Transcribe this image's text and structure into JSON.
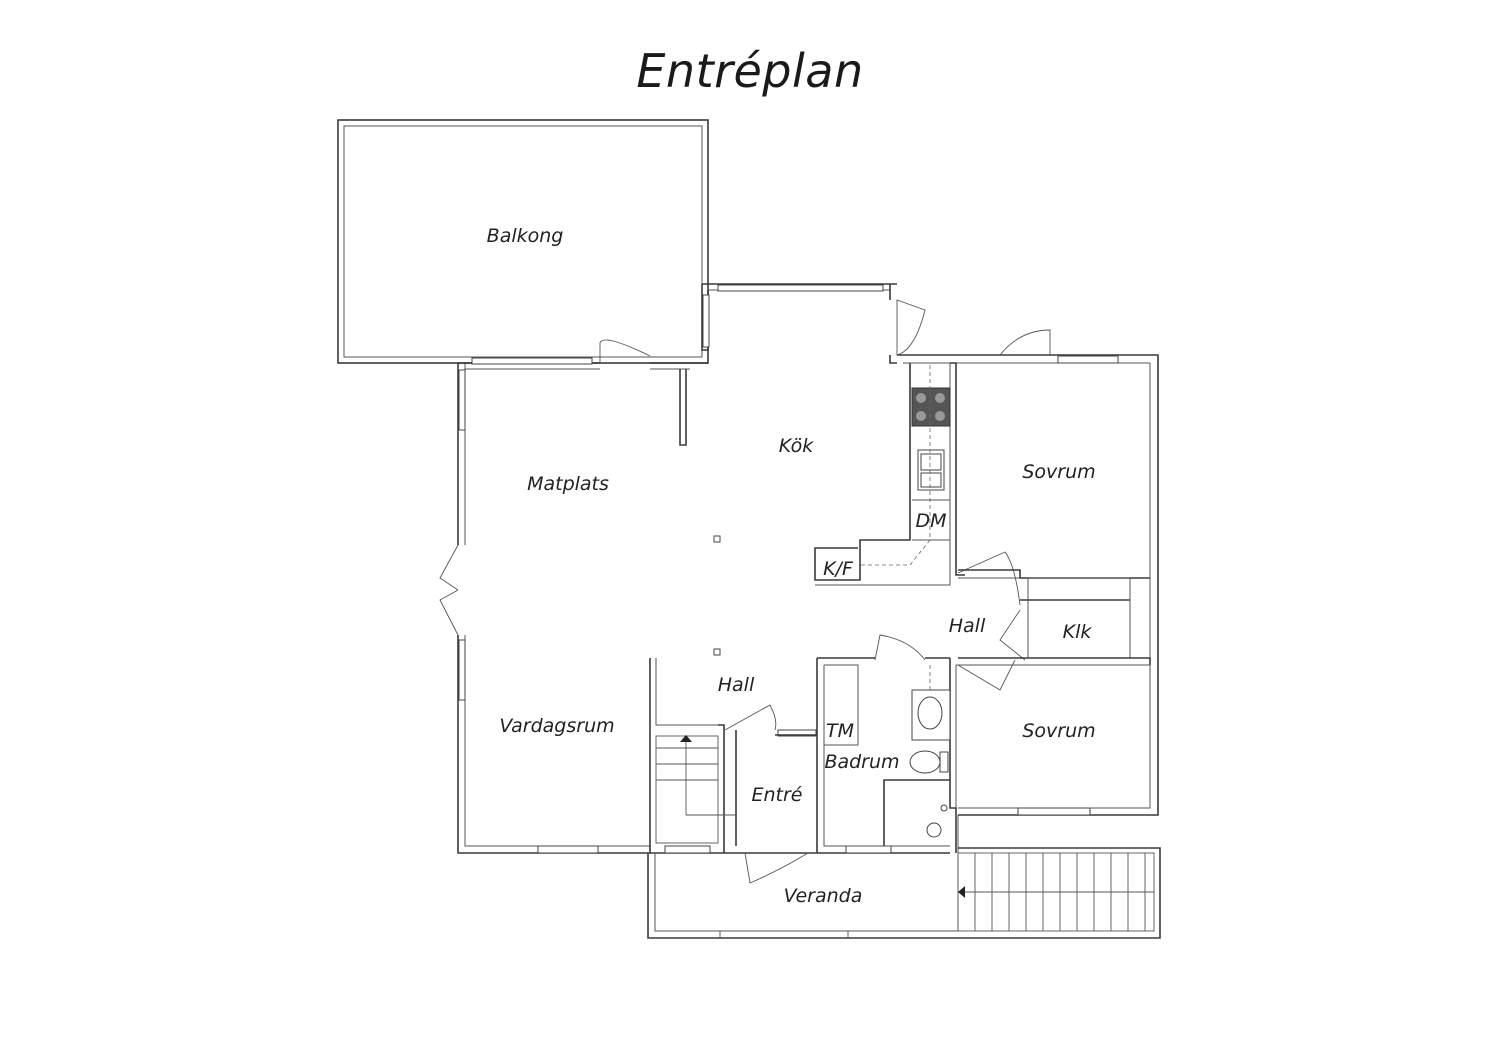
{
  "title": "Entréplan",
  "rooms": {
    "balkong": "Balkong",
    "kok": "Kök",
    "matplats": "Matplats",
    "sovrum_top": "Sovrum",
    "dm": "DM",
    "kf": "K/F",
    "hall_right": "Hall",
    "klk": "Klk",
    "hall_center": "Hall",
    "vardagsrum": "Vardagsrum",
    "tm": "TM",
    "badrum": "Badrum",
    "sovrum_bottom": "Sovrum",
    "entre": "Entré",
    "veranda": "Veranda"
  }
}
